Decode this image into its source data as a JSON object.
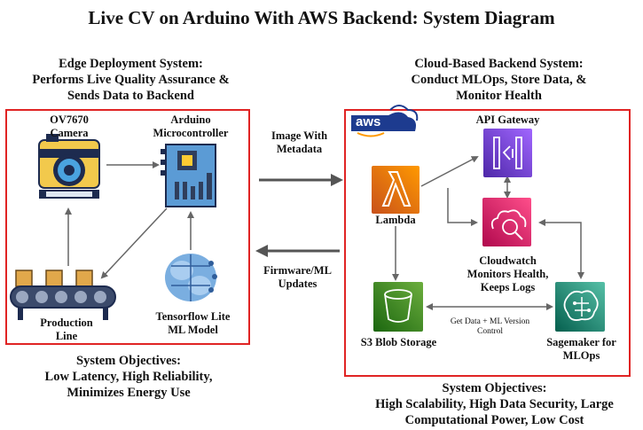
{
  "title": "Live CV on Arduino With AWS Backend: System Diagram",
  "edge": {
    "heading": [
      "Edge Deployment System:",
      "Performs Live Quality Assurance &",
      "Sends Data to Backend"
    ],
    "camera": [
      "OV7670",
      "Camera"
    ],
    "arduino": [
      "Arduino",
      "Microcontroller"
    ],
    "production": [
      "Production",
      "Line"
    ],
    "tflite": [
      "Tensorflow Lite",
      "ML Model"
    ],
    "objectives": [
      "System Objectives:",
      "Low Latency, High Reliability,",
      "Minimizes Energy Use"
    ]
  },
  "cloud": {
    "heading": [
      "Cloud-Based Backend System:",
      "Conduct MLOps, Store Data, &",
      "Monitor Health"
    ],
    "aws_logo": "aws",
    "api_gateway": "API Gateway",
    "lambda": "Lambda",
    "cloudwatch": [
      "Cloudwatch",
      "Monitors Health,",
      "Keeps Logs"
    ],
    "s3": "S3 Blob Storage",
    "sagemaker": [
      "Sagemaker for",
      "MLOps"
    ],
    "get_data": [
      "Get Data + ML Version",
      "Control"
    ],
    "objectives": [
      "System Objectives:",
      "High Scalability, High Data Security, Large",
      "Computational Power, Low Cost"
    ]
  },
  "flows": {
    "to_cloud": [
      "Image With",
      "Metadata"
    ],
    "to_edge": [
      "Firmware/ML",
      "Updates"
    ]
  },
  "colors": {
    "box_border": "#e02424",
    "lambda": "#f07b14",
    "api_gateway": "#8a4de8",
    "cloudwatch": "#e0336b",
    "s3": "#3f8624",
    "sagemaker": "#138d75",
    "aws_blue": "#1d3b8f"
  }
}
